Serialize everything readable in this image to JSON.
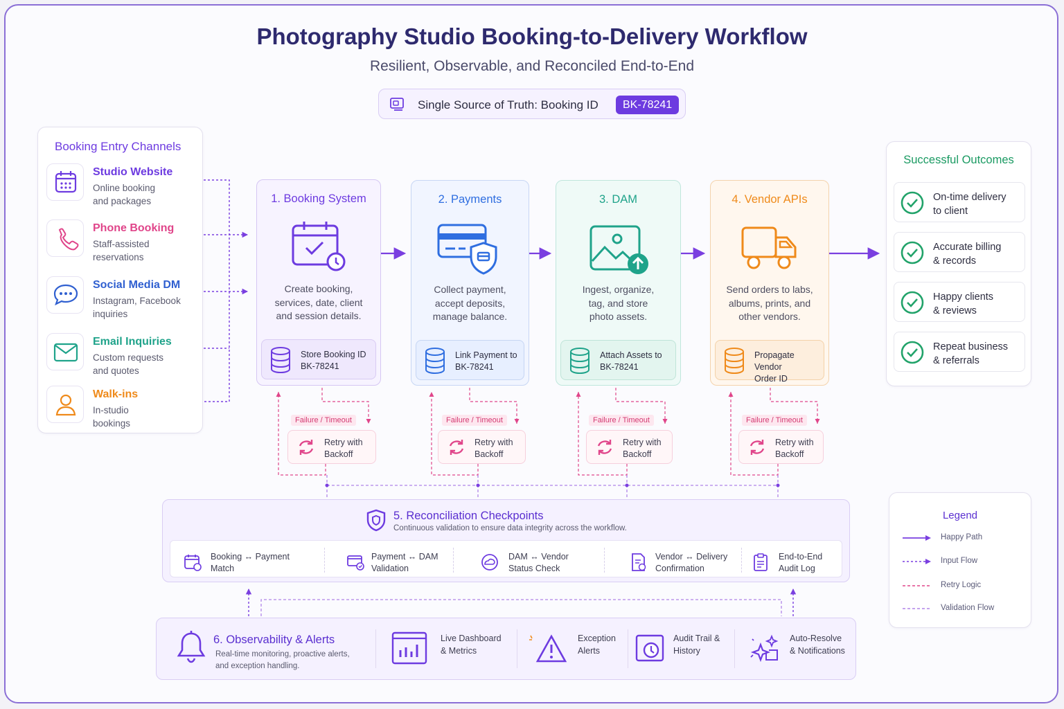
{
  "header": {
    "title": "Photography Studio Booking-to-Delivery Workflow",
    "subtitle": "Resilient, Observable, and Reconciled End-to-End",
    "sot_label": "Single Source of Truth: Booking ID",
    "sot_id": "BK-78241"
  },
  "channels": {
    "title": "Booking Entry Channels",
    "items": [
      {
        "name": "Studio Website",
        "desc1": "Online booking",
        "desc2": "and packages",
        "color": "#6d3be0",
        "icon": "calendar-icon"
      },
      {
        "name": "Phone Booking",
        "desc1": "Staff-assisted",
        "desc2": "reservations",
        "color": "#e0458a",
        "icon": "phone-icon"
      },
      {
        "name": "Social Media DM",
        "desc1": "Instagram, Facebook",
        "desc2": "inquiries",
        "color": "#2f5fd0",
        "icon": "chat-icon"
      },
      {
        "name": "Email Inquiries",
        "desc1": "Custom requests",
        "desc2": "and quotes",
        "color": "#1fa38a",
        "icon": "mail-icon"
      },
      {
        "name": "Walk-ins",
        "desc1": "In-studio",
        "desc2": "bookings",
        "color": "#ef8a1a",
        "icon": "person-icon"
      }
    ]
  },
  "stages": [
    {
      "title": "1. Booking System",
      "d1": "Create booking,",
      "d2": "services, date, client",
      "d3": "and session details.",
      "box1": "Store Booking ID",
      "box2": "BK-78241",
      "color": "#6d3be0",
      "icon": "calendar-check-icon"
    },
    {
      "title": "2. Payments",
      "d1": "Collect payment,",
      "d2": "accept deposits,",
      "d3": "manage balance.",
      "box1": "Link Payment to",
      "box2": "BK-78241",
      "color": "#2f6ee0",
      "icon": "credit-card-shield-icon"
    },
    {
      "title": "3. DAM",
      "d1": "Ingest, organize,",
      "d2": "tag, and store",
      "d3": "photo assets.",
      "box1": "Attach Assets to",
      "box2": "BK-78241",
      "color": "#1fa38a",
      "icon": "image-upload-icon"
    },
    {
      "title": "4. Vendor APIs",
      "d1": "Send orders to labs,",
      "d2": "albums, prints, and",
      "d3": "other vendors.",
      "box1": "Propagate Vendor",
      "box2": "Order ID",
      "color": "#ef8a1a",
      "icon": "truck-icon"
    }
  ],
  "retry": {
    "failure": "Failure / Timeout",
    "line1": "Retry with",
    "line2": "Backoff"
  },
  "outcomes": {
    "title": "Successful Outcomes",
    "items": [
      {
        "l1": "On-time delivery",
        "l2": "to client"
      },
      {
        "l1": "Accurate billing",
        "l2": "& records"
      },
      {
        "l1": "Happy clients",
        "l2": "& reviews"
      },
      {
        "l1": "Repeat business",
        "l2": "& referrals"
      }
    ]
  },
  "reconciliation": {
    "title": "5. Reconciliation Checkpoints",
    "subtitle": "Continuous validation to ensure data integrity across the workflow.",
    "items": [
      {
        "l1": "Booking ↔ Payment",
        "l2": "Match",
        "icon": "calendar-check-icon"
      },
      {
        "l1": "Payment ↔ DAM",
        "l2": "Validation",
        "icon": "card-check-icon"
      },
      {
        "l1": "DAM ↔ Vendor",
        "l2": "Status Check",
        "icon": "cloud-sync-icon"
      },
      {
        "l1": "Vendor ↔ Delivery",
        "l2": "Confirmation",
        "icon": "document-check-icon"
      },
      {
        "l1": "End-to-End",
        "l2": "Audit Log",
        "icon": "clipboard-icon"
      }
    ]
  },
  "observability": {
    "title": "6. Observability & Alerts",
    "sub1": "Real-time monitoring, proactive alerts,",
    "sub2": "and exception handling.",
    "items": [
      {
        "l1": "Live Dashboard",
        "l2": "& Metrics",
        "icon": "dashboard-icon"
      },
      {
        "l1": "Exception",
        "l2": "Alerts",
        "icon": "warning-icon"
      },
      {
        "l1": "Audit Trail &",
        "l2": "History",
        "icon": "history-icon"
      },
      {
        "l1": "Auto-Resolve",
        "l2": "& Notifications",
        "icon": "sparkle-icon"
      }
    ]
  },
  "legend": {
    "title": "Legend",
    "items": [
      {
        "label": "Happy Path"
      },
      {
        "label": "Input Flow"
      },
      {
        "label": "Retry Logic"
      },
      {
        "label": "Validation Flow"
      }
    ]
  }
}
